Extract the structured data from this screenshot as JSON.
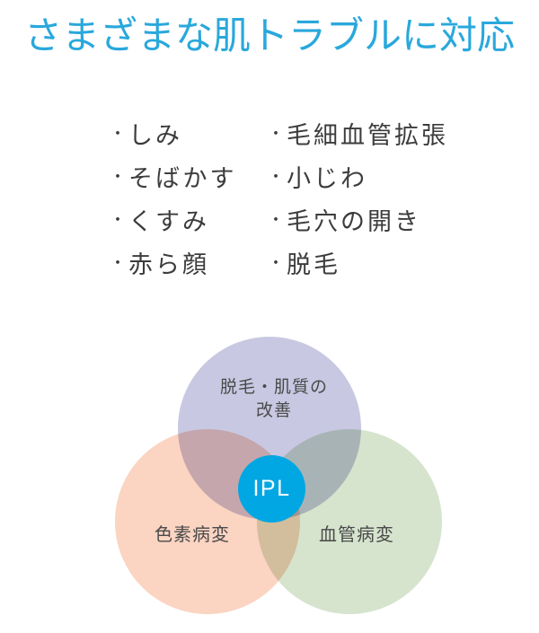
{
  "page": {
    "title": "さまざまな肌トラブルに対応"
  },
  "trouble_list": {
    "bullet": "・",
    "left_column": [
      "しみ",
      "そばかす",
      "くすみ",
      "赤ら顔"
    ],
    "right_column": [
      "毛細血管拡張",
      "小じわ",
      "毛穴の開き",
      "脱毛"
    ]
  },
  "venn": {
    "top_circle": {
      "label_line1": "脱毛・肌質の",
      "label_line2": "改善",
      "color": "#c8c8e2"
    },
    "left_circle": {
      "label": "色素病変",
      "color": "#fbd4c2"
    },
    "right_circle": {
      "label": "血管病変",
      "color": "#d6e4ce"
    },
    "center_circle": {
      "label": "IPL",
      "color": "#00a7e3",
      "text_color": "#ffffff"
    }
  },
  "colors": {
    "title_text": "#29a8dc",
    "list_text": "#3c3c3c",
    "venn_label_text": "#4a4a4a"
  }
}
